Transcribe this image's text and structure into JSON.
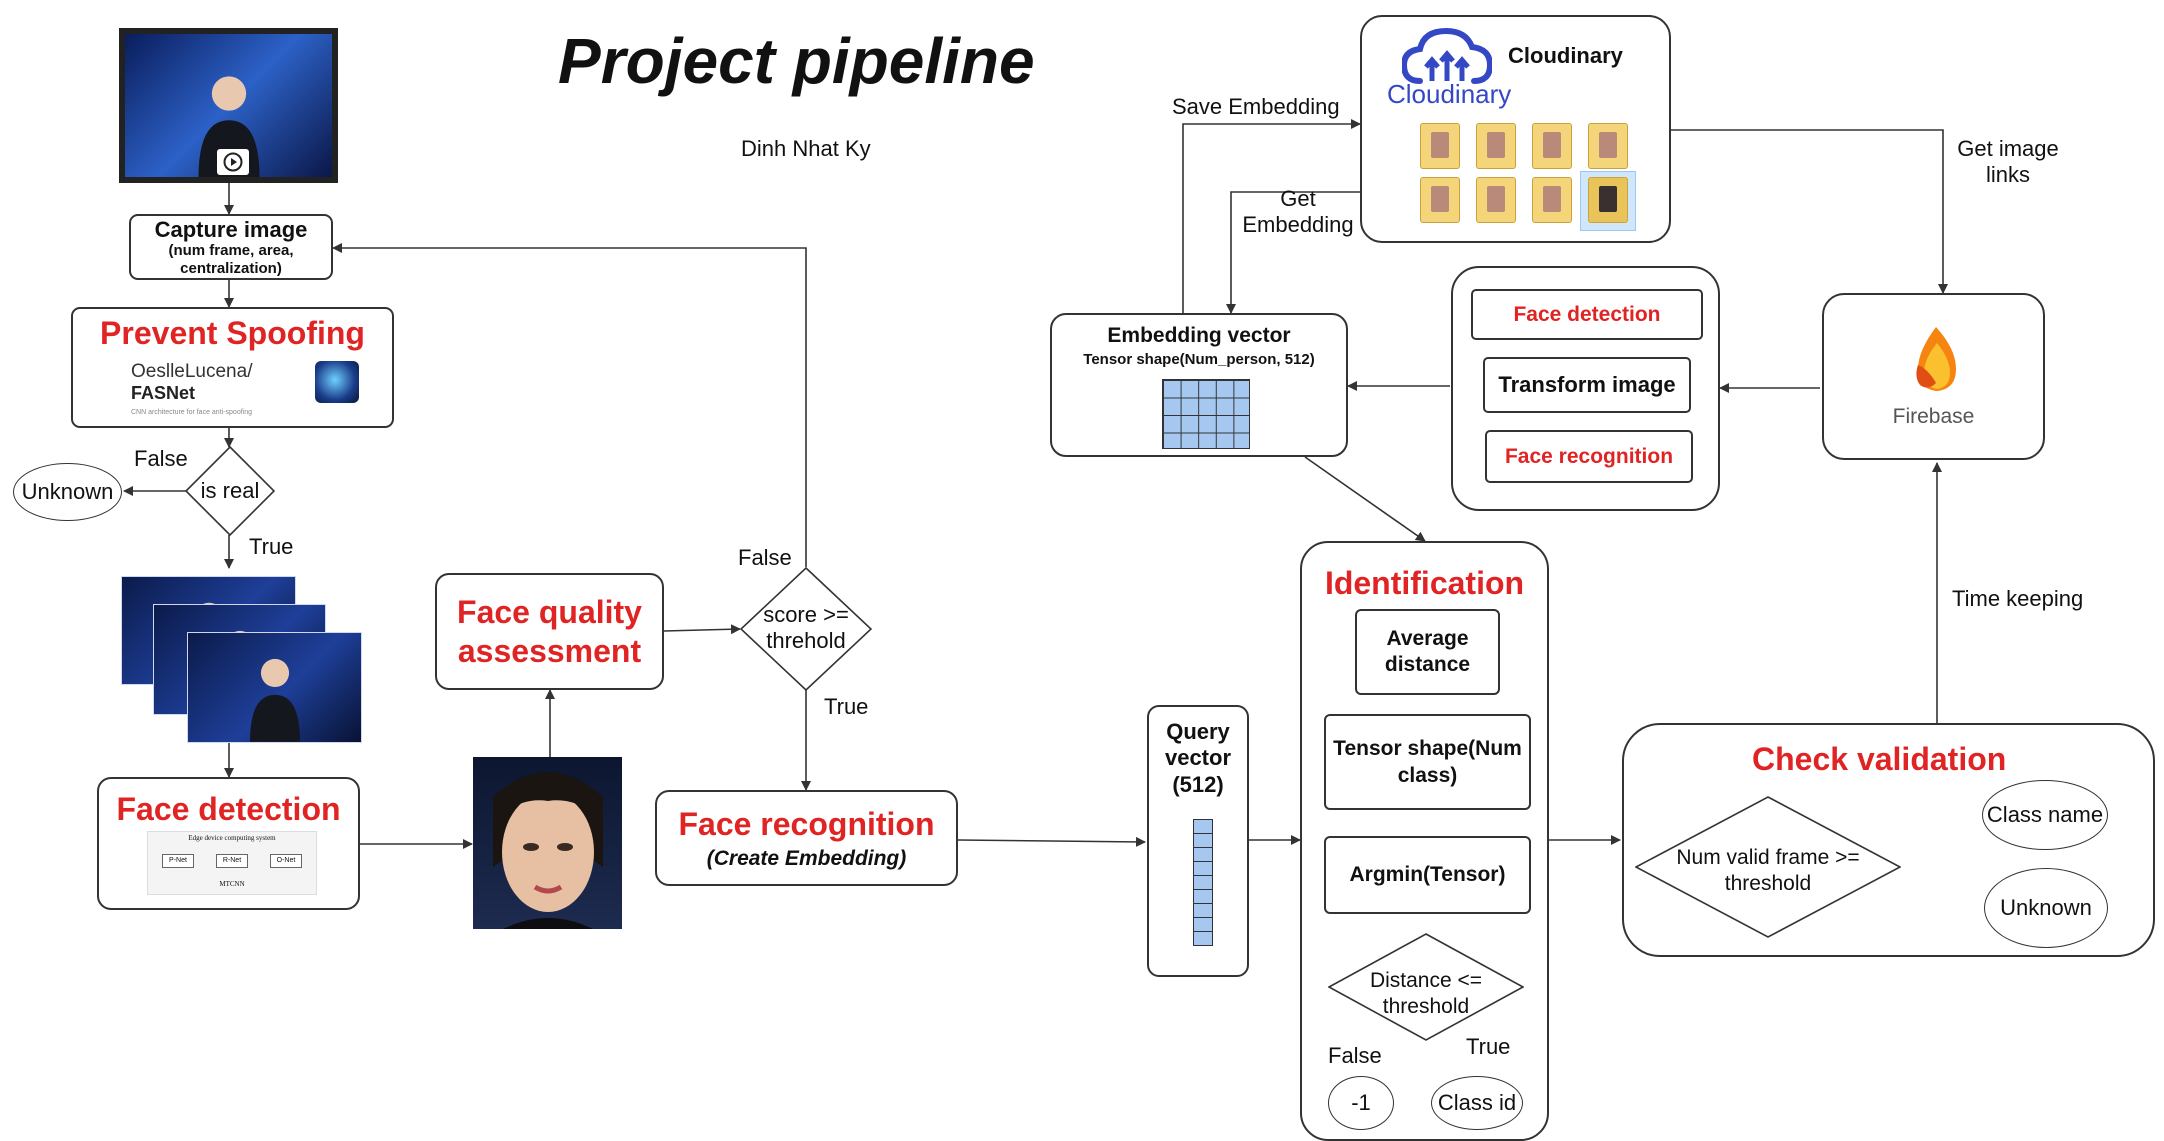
{
  "title": "Project pipeline",
  "author": "Dinh Nhat Ky",
  "capture": {
    "title": "Capture image",
    "subtitle": "(num frame, area, centralization)"
  },
  "spoof": {
    "title": "Prevent Spoofing",
    "logo_user": "OeslleLucena/",
    "logo_repo": "FASNet",
    "caption": "CNN architecture for face anti-spoofing"
  },
  "is_real": {
    "text": "is real",
    "false": "False",
    "true": "True",
    "unknown": "Unknown"
  },
  "face_detection_left": {
    "title": "Face detection",
    "fig_title": "Edge device computing system",
    "p_net": "P-Net",
    "r_net": "R-Net",
    "o_net": "O-Net",
    "mtcnn": "MTCNN"
  },
  "quality": {
    "title": "Face quality assessment"
  },
  "score": {
    "text": "score >= threhold",
    "false": "False",
    "true": "True"
  },
  "recognition": {
    "title": "Face recognition",
    "subtitle": "(Create Embedding)"
  },
  "query": {
    "title": "Query vector (512)"
  },
  "cloudinary": {
    "title": "Cloudinary",
    "logo": "Cloudinary",
    "save": "Save Embedding",
    "get": "Get Embedding",
    "get_links": "Get image links"
  },
  "embedding": {
    "title": "Embedding vector",
    "subtitle": "Tensor shape(Num_person, 512)"
  },
  "transform_group": {
    "face_detection": "Face detection",
    "transform": "Transform image",
    "face_recognition": "Face recognition"
  },
  "firebase": {
    "label": "Firebase",
    "time_keeping": "Time keeping"
  },
  "identification": {
    "title": "Identification",
    "average": "Average distance",
    "tensor": "Tensor shape(Num class)",
    "argmin": "Argmin(Tensor)",
    "distance": "Distance <= threshold",
    "false": "False",
    "true": "True",
    "neg": "-1",
    "class_id": "Class id"
  },
  "validation": {
    "title": "Check validation",
    "condition": "Num valid frame >= threshold",
    "class_name": "Class name",
    "unknown": "Unknown"
  },
  "colors": {
    "accent_red": "#e02424",
    "grid_blue": "#a6c8f0",
    "firebase_orange": "#f58410",
    "cloudinary_blue": "#3448c5"
  }
}
